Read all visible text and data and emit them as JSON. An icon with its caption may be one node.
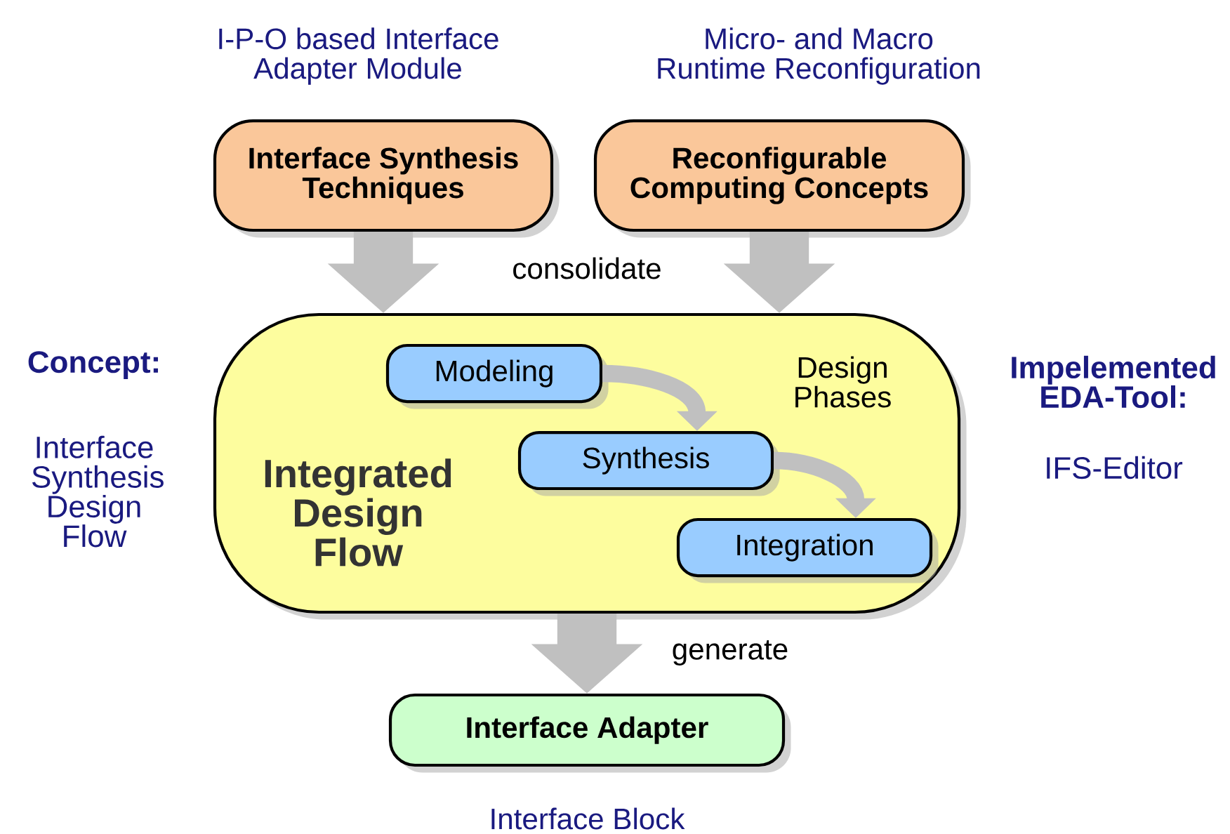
{
  "diagram": {
    "nodes": [
      {
        "text": [
          "Interface Synthesis Techniques"
        ],
        "beside": [
          "I-P-O based Interface Adapter Module"
        ]
      },
      {
        "text": [
          "Reconfigurable Computing Concepts"
        ],
        "beside": [
          "Micro- and Macro Runtime Reconfiguration"
        ]
      },
      {
        "text": [
          "Integrated Design Flow",
          "Design Phases"
        ]
      },
      {
        "text": [
          "Modeling"
        ],
        "in": 2
      },
      {
        "text": [
          "Synthesis"
        ],
        "in": 2
      },
      {
        "text": [
          "Integration"
        ],
        "in": 2
      },
      {
        "text": [
          "Interface Adapter"
        ],
        "beside": [
          "Interface Block"
        ]
      }
    ],
    "edges": [
      {
        "from": 0,
        "to": 2,
        "arrow": "to",
        "label": "consolidate"
      },
      {
        "from": 1,
        "to": 2,
        "arrow": "to"
      },
      {
        "from": 3,
        "to": 4,
        "arrow": "to"
      },
      {
        "from": 4,
        "to": 5,
        "arrow": "to"
      },
      {
        "from": 2,
        "to": 6,
        "arrow": "to",
        "label": "generate"
      }
    ],
    "labels": [
      "Concept:",
      "Interface Synthesis Design Flow",
      "Impelemented EDA-Tool:",
      "IFS-Editor"
    ]
  }
}
